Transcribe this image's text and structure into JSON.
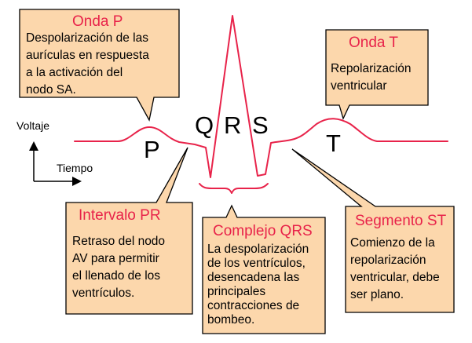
{
  "colors": {
    "box_fill": "#fcd7ac",
    "box_stroke": "#000000",
    "title": "#e8234a",
    "trace": "#e8234a",
    "text": "#000000"
  },
  "axes": {
    "y_label": "Voltaje",
    "x_label": "Tiempo"
  },
  "wave_labels": {
    "p": "P",
    "q": "Q",
    "r": "R",
    "s": "S",
    "t": "T"
  },
  "callouts": {
    "p_wave": {
      "title": "Onda P",
      "lines": [
        "Despolarización de las",
        "aurículas en respuesta",
        "a la activación del",
        "nodo SA."
      ]
    },
    "t_wave": {
      "title": "Onda T",
      "lines": [
        "Repolarización",
        "ventricular"
      ]
    },
    "pr_interval": {
      "title": "Intervalo PR",
      "lines": [
        "Retraso del nodo",
        "AV para permitir",
        "el llenado de los",
        "ventrículos."
      ]
    },
    "qrs_complex": {
      "title": "Complejo QRS",
      "lines": [
        "La despolarización",
        "de los ventrículos,",
        "desencadena las",
        "principales",
        "contracciones de",
        "bombeo."
      ]
    },
    "st_segment": {
      "title": "Segmento ST",
      "lines": [
        "Comienzo de la",
        "repolarización",
        "ventricular, debe",
        "ser plano."
      ]
    }
  }
}
